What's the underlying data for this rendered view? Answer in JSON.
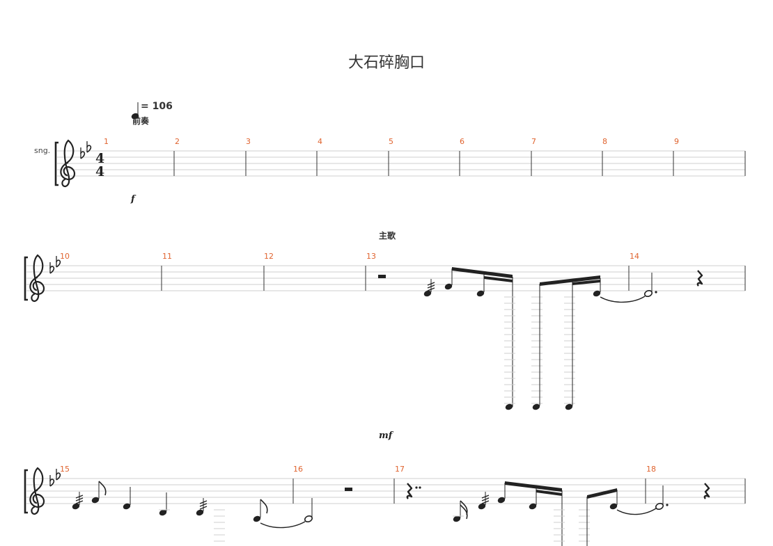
{
  "score": {
    "title": "大石碎胸口",
    "instrument": "sng.",
    "tempo_text": "= 106",
    "intro_label": "前奏",
    "verse_label": "主歌",
    "dynamics": {
      "system1": "f",
      "system2": "mf"
    },
    "key_signature": "two flats",
    "time_signature": {
      "top": "4",
      "bottom": "4"
    },
    "measure_numbers": {
      "system1": [
        "1",
        "2",
        "3",
        "4",
        "5",
        "6",
        "7",
        "8",
        "9"
      ],
      "system2": [
        "10",
        "11",
        "12",
        "13",
        "14"
      ],
      "system3": [
        "15",
        "16",
        "17",
        "18"
      ]
    },
    "colors": {
      "measure_number": "#e0632e",
      "staff": "#cfcfcf",
      "ink": "#222222"
    }
  }
}
